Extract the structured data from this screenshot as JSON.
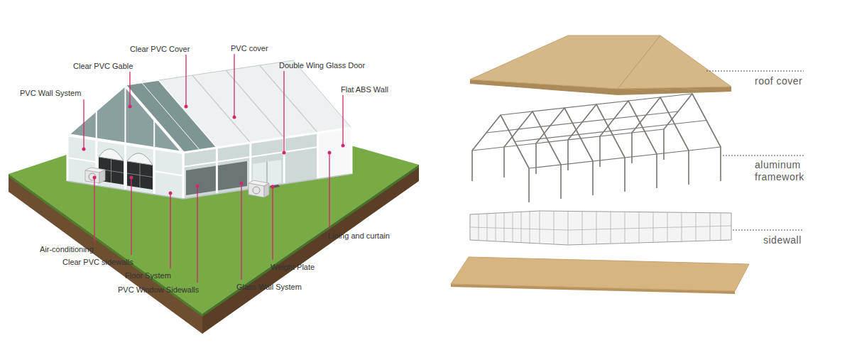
{
  "diagram": {
    "labels": [
      "Clear PVC Cover",
      "PVC cover",
      "Clear PVC Gable",
      "Double Wing Glass Door",
      "PVC Wall System",
      "Flat ABS Wall",
      "Lining and curtain",
      "Air-conditioning",
      "Clear PVC sidewalls",
      "Weight Plate",
      "Floor System",
      "Glass Wall System",
      "PVC Window Sidewalls",
      "roof cover",
      "aluminum framework",
      "sidewall"
    ]
  }
}
